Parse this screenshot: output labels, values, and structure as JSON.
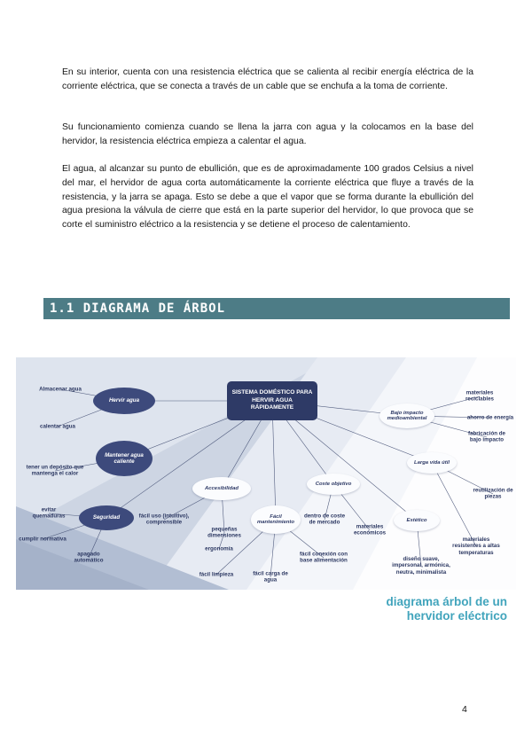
{
  "page": {
    "number": "4"
  },
  "paragraphs": {
    "p1": "En su interior, cuenta con una resistencia eléctrica que se calienta al recibir energía eléctrica de la corriente eléctrica, que se conecta a través de un cable que se enchufa a la toma de corriente.",
    "p2": "Su funcionamiento comienza cuando se llena la jarra con agua y la colocamos en la base del hervidor, la resistencia eléctrica empieza a calentar el agua.",
    "p3": "El agua, al alcanzar su punto de ebullición, que es de aproximadamente 100 grados Celsius a nivel del mar, el hervidor de agua corta automáticamente la corriente eléctrica que fluye a través de la resistencia, y la jarra se apaga. Esto se debe a que el vapor que se forma durante la ebullición del agua presiona la válvula de cierre que está en la parte superior del hervidor, lo que provoca que se corte el suministro eléctrico a la resistencia y se detiene el proceso de calentamiento."
  },
  "heading": {
    "label": "1.1 DIAGRAMA DE ÁRBOL",
    "background_color": "#4d7c86"
  },
  "diagram": {
    "caption": "diagrama árbol de un hervidor eléctrico",
    "caption_color": "#41a4bc",
    "central_color": "#2e3a66",
    "branch_color": "#3d4a7c",
    "nodes": {
      "central": "SISTEMA DOMÉSTICO PARA HERVIR AGUA RÁPIDAMENTE",
      "hervir": "Hervir agua",
      "almacenar": "Almacenar agua",
      "calentar": "calentar agua",
      "mantener": "Mantener agua caliente",
      "deposito": "tener un depósito que mantenga el calor",
      "seguridad": "Seguridad",
      "evitar": "evitar quemaduras",
      "cumplir": "cumplir normativa",
      "apagado": "apagado automático",
      "accesibilidad": "Accesibilidad",
      "facil_uso": "fácil uso (intuitivo), comprensible",
      "pequenas": "pequeñas dimensiones",
      "ergonomia": "ergonomía",
      "facil_limpieza": "fácil limpieza",
      "facil_mant": "Fácil mantenimiento",
      "facil_carga": "fácil carga de agua",
      "facil_conexion": "fácil conexión con base alimentación",
      "coste": "Coste objetivo",
      "dentro_coste": "dentro de coste de mercado",
      "materiales_econ": "materiales económicos",
      "bajo_impacto": "Bajo impacto medioambiental",
      "reciclables": "materiales reciclables",
      "ahorro": "ahorro de energía",
      "fabricacion": "fabricación de bajo impacto",
      "larga_vida": "Larga vida útil",
      "reutilizacion": "reutilización de piezas",
      "resistentes": "materiales resistentes a altas temperaturas",
      "estetico": "Estético",
      "diseno": "diseño suave, impersonal, armónica, neutra, minimalista"
    }
  }
}
